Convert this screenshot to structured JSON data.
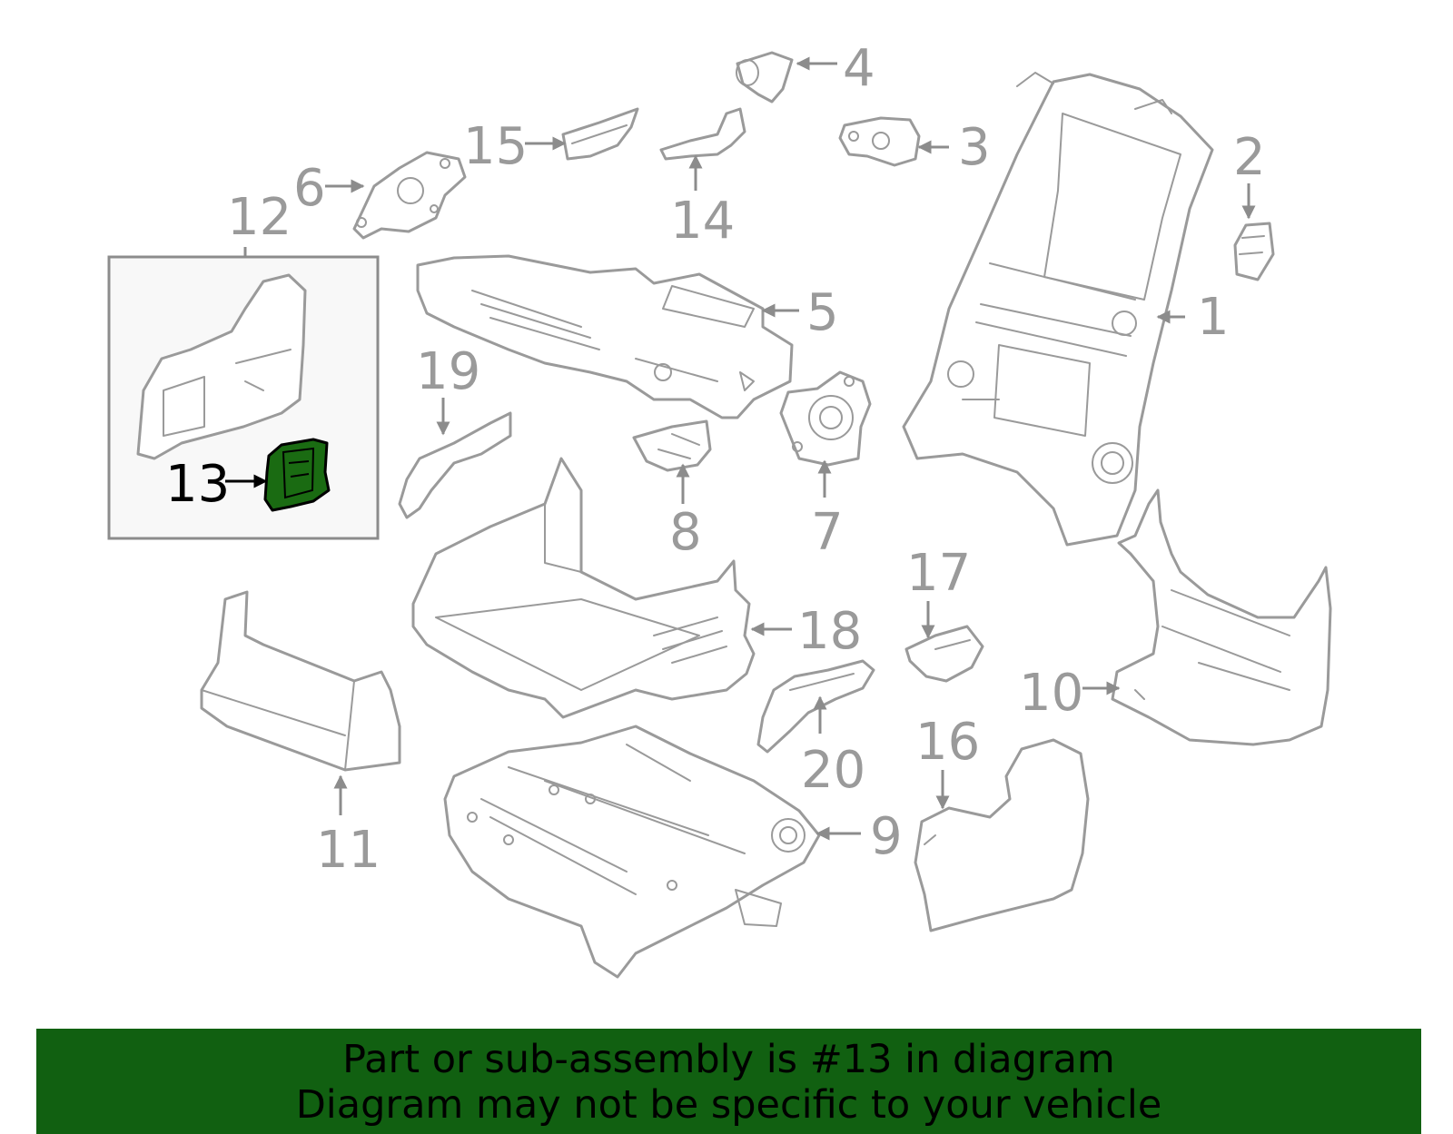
{
  "diagram": {
    "highlighted_part": "13",
    "highlight_color": "#1a6b12",
    "callouts": [
      "1",
      "2",
      "3",
      "4",
      "5",
      "6",
      "7",
      "8",
      "9",
      "10",
      "11",
      "12",
      "13",
      "14",
      "15",
      "16",
      "17",
      "18",
      "19",
      "20"
    ]
  },
  "footer": {
    "background": "#116011",
    "line1": "Part or sub-assembly is #13 in diagram",
    "line2": "Diagram may not be specific to your vehicle"
  }
}
